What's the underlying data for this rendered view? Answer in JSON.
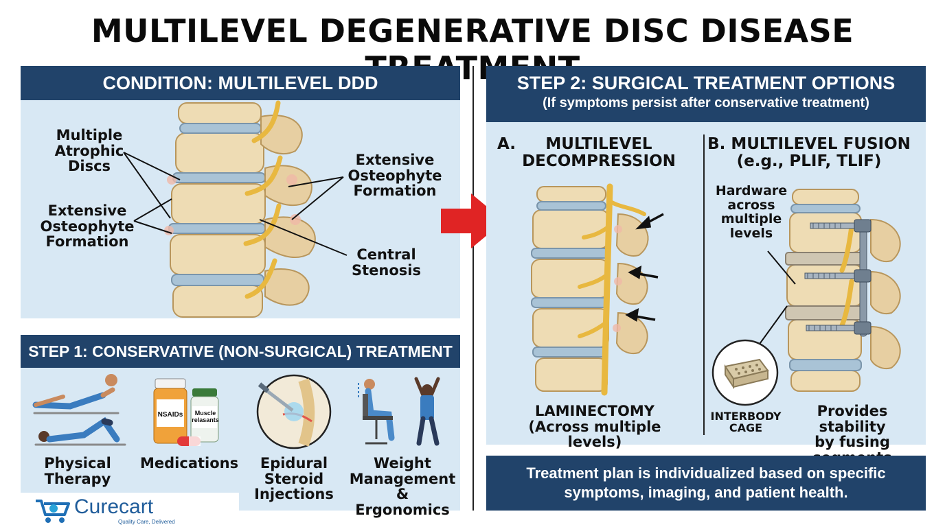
{
  "title": "MULTILEVEL DEGENERATIVE DISC DISEASE TREATMENT",
  "condition": {
    "header": "CONDITION: MULTILEVEL DDD",
    "label_discs": [
      "Multiple",
      "Atrophic",
      "Discs"
    ],
    "label_osteo_left": [
      "Extensive",
      "Osteophyte",
      "Formation"
    ],
    "label_osteo_right": [
      "Extensive",
      "Osteophyte",
      "Formation"
    ],
    "label_stenosis": [
      "Central",
      "Stenosis"
    ]
  },
  "step1": {
    "header": "STEP 1: CONSERVATIVE (NON-SURGICAL) TREATMENT",
    "items": [
      {
        "label": [
          "Physical",
          "Therapy"
        ]
      },
      {
        "label": [
          "Medications"
        ],
        "bottle1": "NSAIDs",
        "bottle2": [
          "Muscle",
          "relasants"
        ]
      },
      {
        "label": [
          "Epidural",
          "Steroid",
          "Injections"
        ]
      },
      {
        "label": [
          "Weight",
          "Management",
          "& Ergonomics"
        ]
      }
    ]
  },
  "step2": {
    "header": "STEP 2: SURGICAL TREATMENT OPTIONS",
    "subheader": "(If symptoms persist after conservative treatment)",
    "option_a": {
      "letter": "A.",
      "title": [
        "MULTILEVEL",
        "DECOMPRESSION"
      ],
      "caption": [
        "LAMINECTOMY",
        "(Across multiple levels)"
      ]
    },
    "option_b": {
      "title": [
        "B. MULTILEVEL FUSION",
        "(e.g., PLIF, TLIF)"
      ],
      "hardware_label": [
        "Hardware",
        "across",
        "multiple",
        "levels"
      ],
      "cage_label": [
        "INTERBODY",
        "CAGE"
      ],
      "caption": [
        "Provides stability",
        "by fusing segments"
      ]
    }
  },
  "footer_note": [
    "Treatment plan is individualized based on specific",
    "symptoms, imaging, and patient health."
  ],
  "brand": {
    "name": "Curecart",
    "tagline": "Quality Care, Delivered"
  },
  "colors": {
    "header_navy": "#21436a",
    "panel_blue": "#d8e8f4",
    "arrow_red": "#e02424"
  }
}
